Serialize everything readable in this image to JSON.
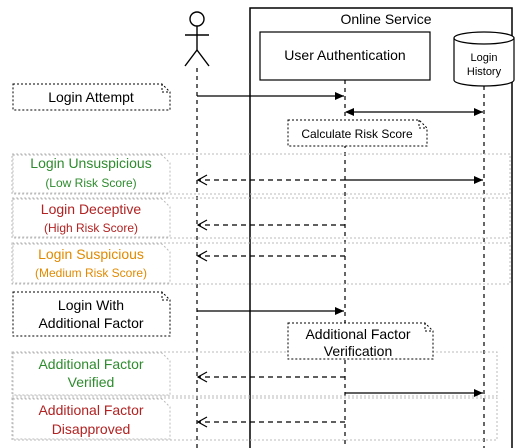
{
  "service": {
    "title": "Online Service",
    "auth_label": "User Authentication",
    "db_label_line1": "Login",
    "db_label_line2": "History"
  },
  "notes": {
    "login_attempt": "Login Attempt",
    "calculate_risk": "Calculate Risk Score",
    "additional_verification_line1": "Additional Factor",
    "additional_verification_line2": "Verification"
  },
  "user_messages": {
    "login_with_factor_line1": "Login With",
    "login_with_factor_line2": "Additional Factor"
  },
  "outcomes": [
    {
      "line1": "Login Unsuspicious",
      "line2": "(Low Risk Score)",
      "color": "#2e8b2e"
    },
    {
      "line1": "Login Deceptive",
      "line2": "(High Risk Score)",
      "color": "#b22222"
    },
    {
      "line1": "Login Suspicious",
      "line2": "(Medium Risk Score)",
      "color": "#e08a00"
    },
    {
      "line1": "Additional Factor",
      "line2": "Verified",
      "color": "#2e8b2e"
    },
    {
      "line1": "Additional Factor",
      "line2": "Disapproved",
      "color": "#b22222"
    }
  ],
  "icons": {
    "user": "user-actor-icon",
    "database": "database-icon"
  },
  "colors": {
    "frame_border": "#cccccc",
    "line": "#000000"
  }
}
